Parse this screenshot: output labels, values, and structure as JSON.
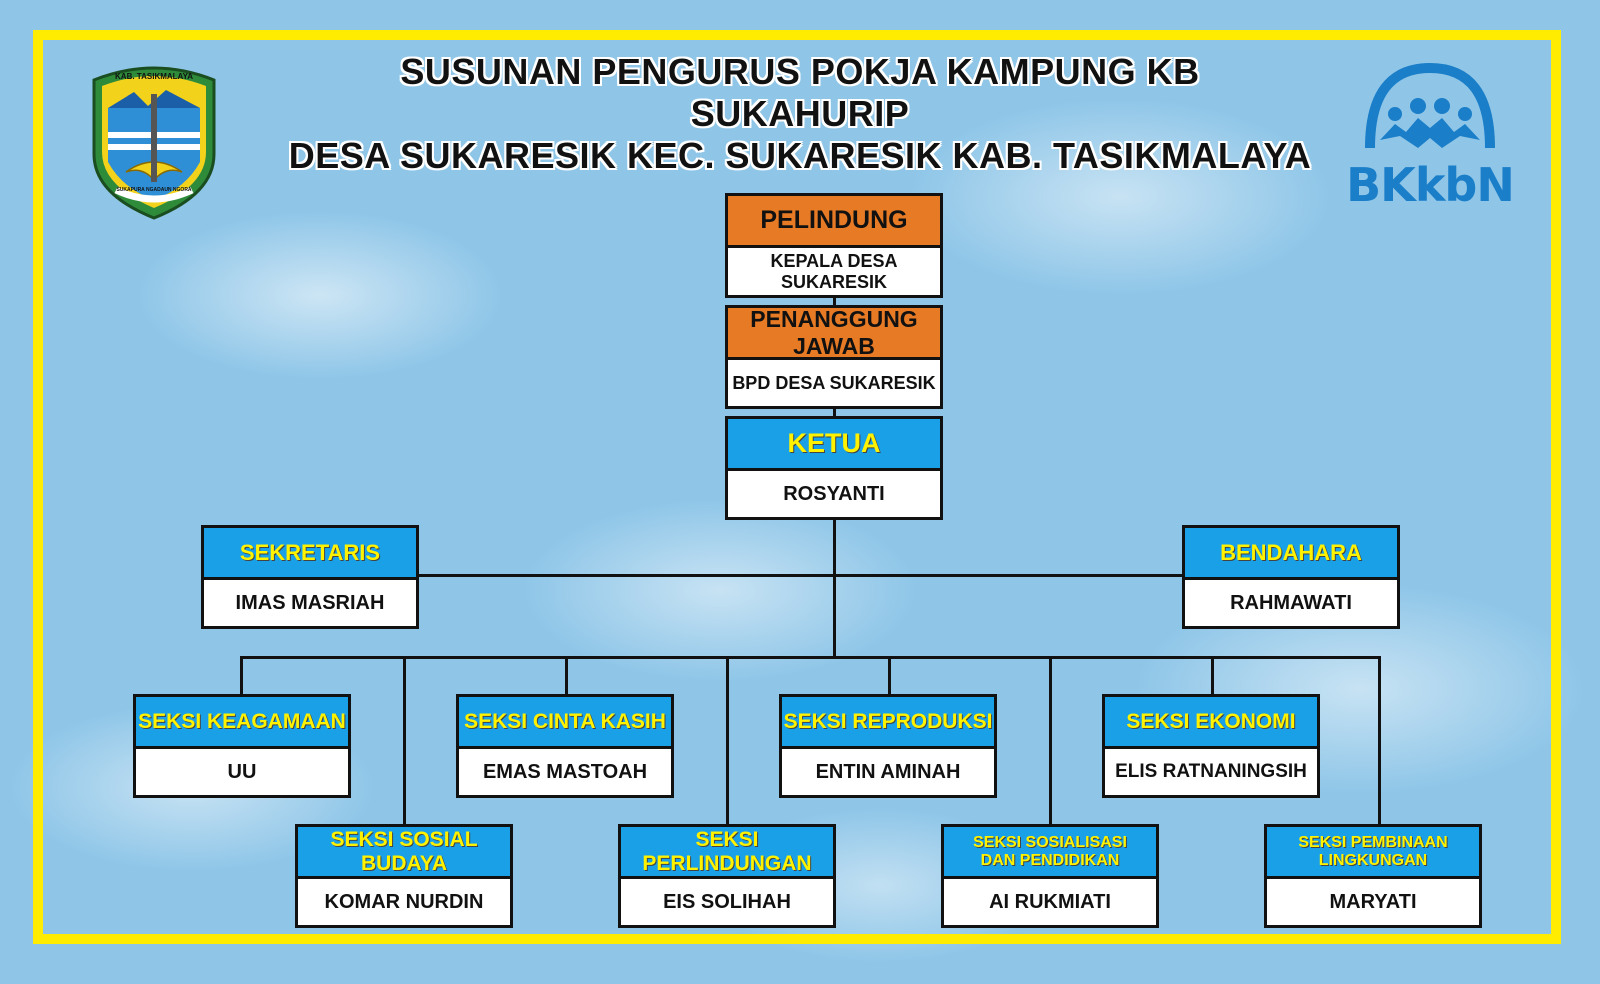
{
  "title": {
    "line1": "SUSUNAN PENGURUS POKJA KAMPUNG KB",
    "line2": "SUKAHURIP",
    "line3": "DESA SUKARESIK KEC. SUKARESIK KAB. TASIKMALAYA"
  },
  "logos": {
    "left_top_text": "KAB. TASIKMALAYA",
    "left_motto": "SUKAPURA NGADAUN NGORA",
    "right_text": "BKkbN"
  },
  "colors": {
    "frame": "#ffec00",
    "orange_header": "#e77a25",
    "blue_header": "#1aa0e6",
    "header_text": "#fff200"
  },
  "org": {
    "pelindung": {
      "role": "PELINDUNG",
      "name": "KEPALA DESA SUKARESIK"
    },
    "penanggung_jawab": {
      "role": "PENANGGUNG JAWAB",
      "name": "BPD DESA SUKARESIK"
    },
    "ketua": {
      "role": "KETUA",
      "name": "ROSYANTI"
    },
    "sekretaris": {
      "role": "SEKRETARIS",
      "name": "IMAS MASRIAH"
    },
    "bendahara": {
      "role": "BENDAHARA",
      "name": "RAHMAWATI"
    },
    "seksi_keagamaan": {
      "role": "SEKSI KEAGAMAAN",
      "name": "UU"
    },
    "seksi_sosial_budaya": {
      "role": "SEKSI SOSIAL BUDAYA",
      "name": "KOMAR NURDIN"
    },
    "seksi_cinta_kasih": {
      "role": "SEKSI CINTA KASIH",
      "name": "EMAS MASTOAH"
    },
    "seksi_perlindungan": {
      "role": "SEKSI PERLINDUNGAN",
      "name": "EIS SOLIHAH"
    },
    "seksi_reproduksi": {
      "role": "SEKSI REPRODUKSI",
      "name": "ENTIN AMINAH"
    },
    "seksi_sosialisasi": {
      "role_line1": "SEKSI SOSIALISASI",
      "role_line2": "DAN PENDIDIKAN",
      "name": "AI RUKMIATI"
    },
    "seksi_ekonomi": {
      "role": "SEKSI EKONOMI",
      "name": "ELIS RATNANINGSIH"
    },
    "seksi_pembinaan": {
      "role_line1": "SEKSI PEMBINAAN",
      "role_line2": "LINGKUNGAN",
      "name": "MARYATI"
    }
  }
}
